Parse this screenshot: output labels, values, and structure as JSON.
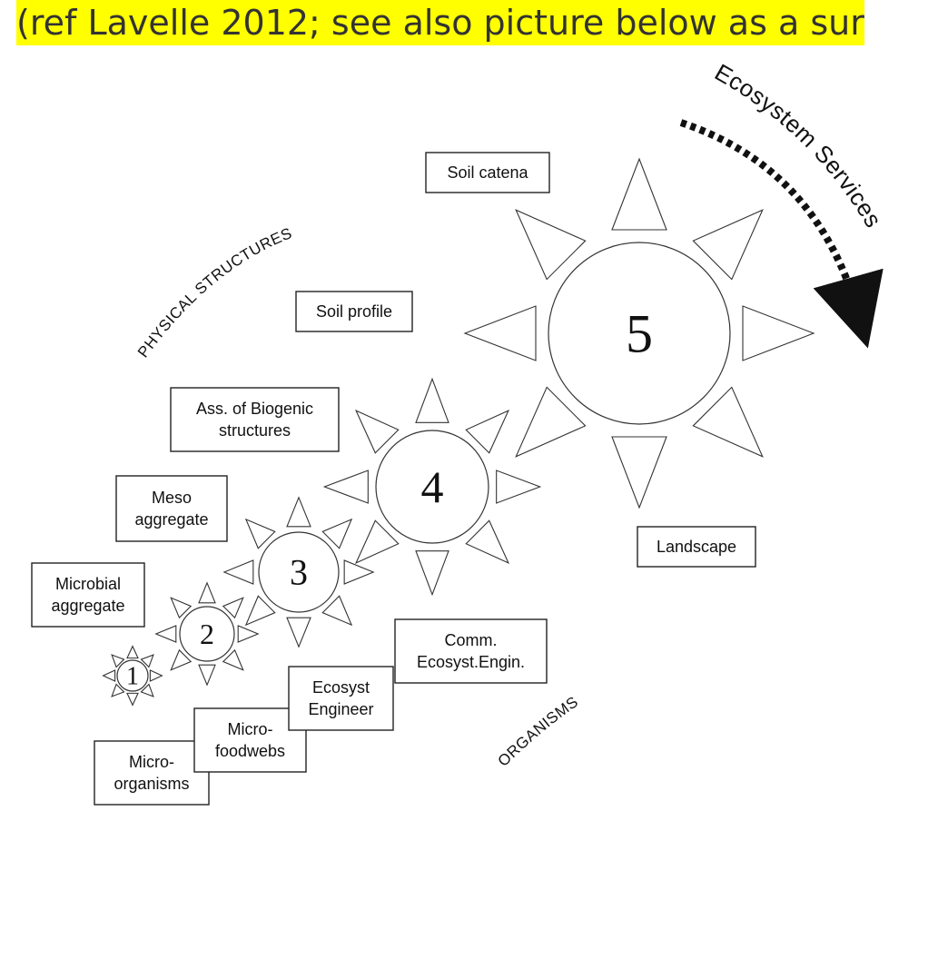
{
  "caption": "(ref Lavelle 2012; see also picture below as a sur",
  "axes": {
    "physical": "PHYSICAL STRUCTURES",
    "organisms": "ORGANISMS",
    "services": "Ecosystem Services"
  },
  "levels": [
    {
      "number": "1"
    },
    {
      "number": "2"
    },
    {
      "number": "3"
    },
    {
      "number": "4"
    },
    {
      "number": "5"
    }
  ],
  "physical_labels": [
    {
      "lines": [
        "Microbial",
        "aggregate"
      ]
    },
    {
      "lines": [
        "Meso",
        "aggregate"
      ]
    },
    {
      "lines": [
        "Ass. of Biogenic",
        "structures"
      ]
    },
    {
      "lines": [
        "Soil profile"
      ]
    },
    {
      "lines": [
        "Soil catena"
      ]
    },
    {
      "lines": [
        "Landscape"
      ]
    }
  ],
  "organism_labels": [
    {
      "lines": [
        "Micro-",
        "organisms"
      ]
    },
    {
      "lines": [
        "Micro-",
        "foodwebs"
      ]
    },
    {
      "lines": [
        "Ecosyst",
        "Engineer"
      ]
    },
    {
      "lines": [
        "Comm.",
        "Ecosyst.Engin."
      ]
    }
  ]
}
